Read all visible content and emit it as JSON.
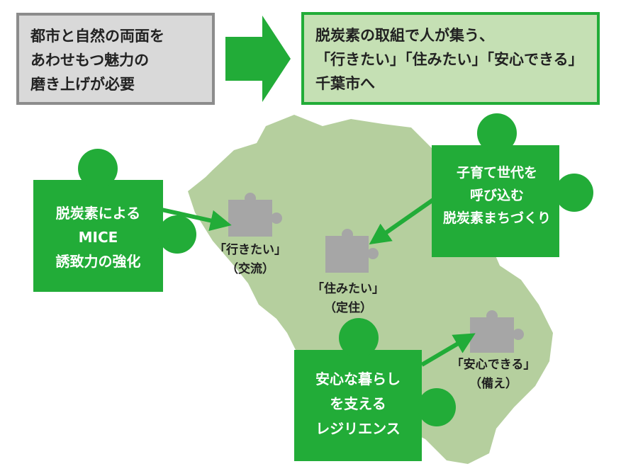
{
  "colors": {
    "green": "#22ac38",
    "map_green": "#b5cf9e",
    "gray_piece": "#a6a6a6",
    "left_box_fill": "#d9d9d9",
    "left_box_border": "#8c8c8c",
    "right_box_fill": "#c5e0b4",
    "right_box_border": "#22ac38"
  },
  "header": {
    "current_lines": [
      "都市と自然の両面を",
      "あわせもつ魅力の",
      "磨き上げが必要"
    ],
    "goal_lines": [
      "脱炭素の取組で人が集う、",
      "「行きたい」「住みたい」「安心できる」",
      "千葉市へ"
    ]
  },
  "targets": {
    "visit": {
      "label": "「行きたい」",
      "sub": "（交流）"
    },
    "live": {
      "label": "「住みたい」",
      "sub": "（定住）"
    },
    "safe": {
      "label": "「安心できる」",
      "sub": "（備え）"
    }
  },
  "initiatives": {
    "mice": [
      "脱炭素による",
      "MICE",
      "誘致力の強化"
    ],
    "childcare": [
      "子育て世代を",
      "呼び込む",
      "脱炭素まちづくり"
    ],
    "resilience": [
      "安心な暮らし",
      "を支える",
      "レジリエンス"
    ]
  }
}
